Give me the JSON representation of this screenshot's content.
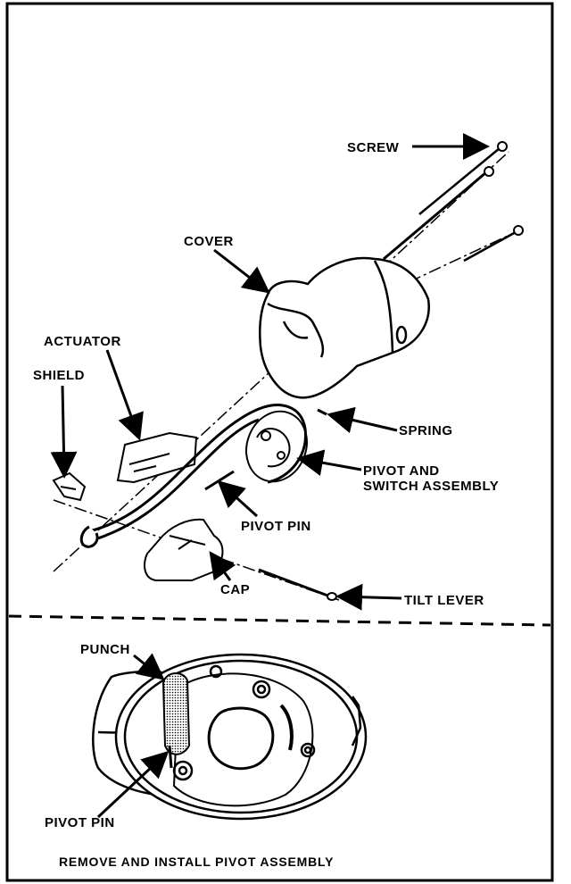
{
  "labels": {
    "screw": "SCREW",
    "cover": "COVER",
    "actuator": "ACTUATOR",
    "shield": "SHIELD",
    "spring": "SPRING",
    "pivot_switch_line1": "PIVOT AND",
    "pivot_switch_line2": "SWITCH ASSEMBLY",
    "pivot_pin_top": "PIVOT PIN",
    "cap": "CAP",
    "tilt_lever": "TILT LEVER",
    "punch": "PUNCH",
    "pivot_pin_bottom": "PIVOT PIN"
  },
  "caption": "REMOVE AND INSTALL PIVOT ASSEMBLY",
  "colors": {
    "ink": "#000000",
    "paper": "#ffffff"
  }
}
